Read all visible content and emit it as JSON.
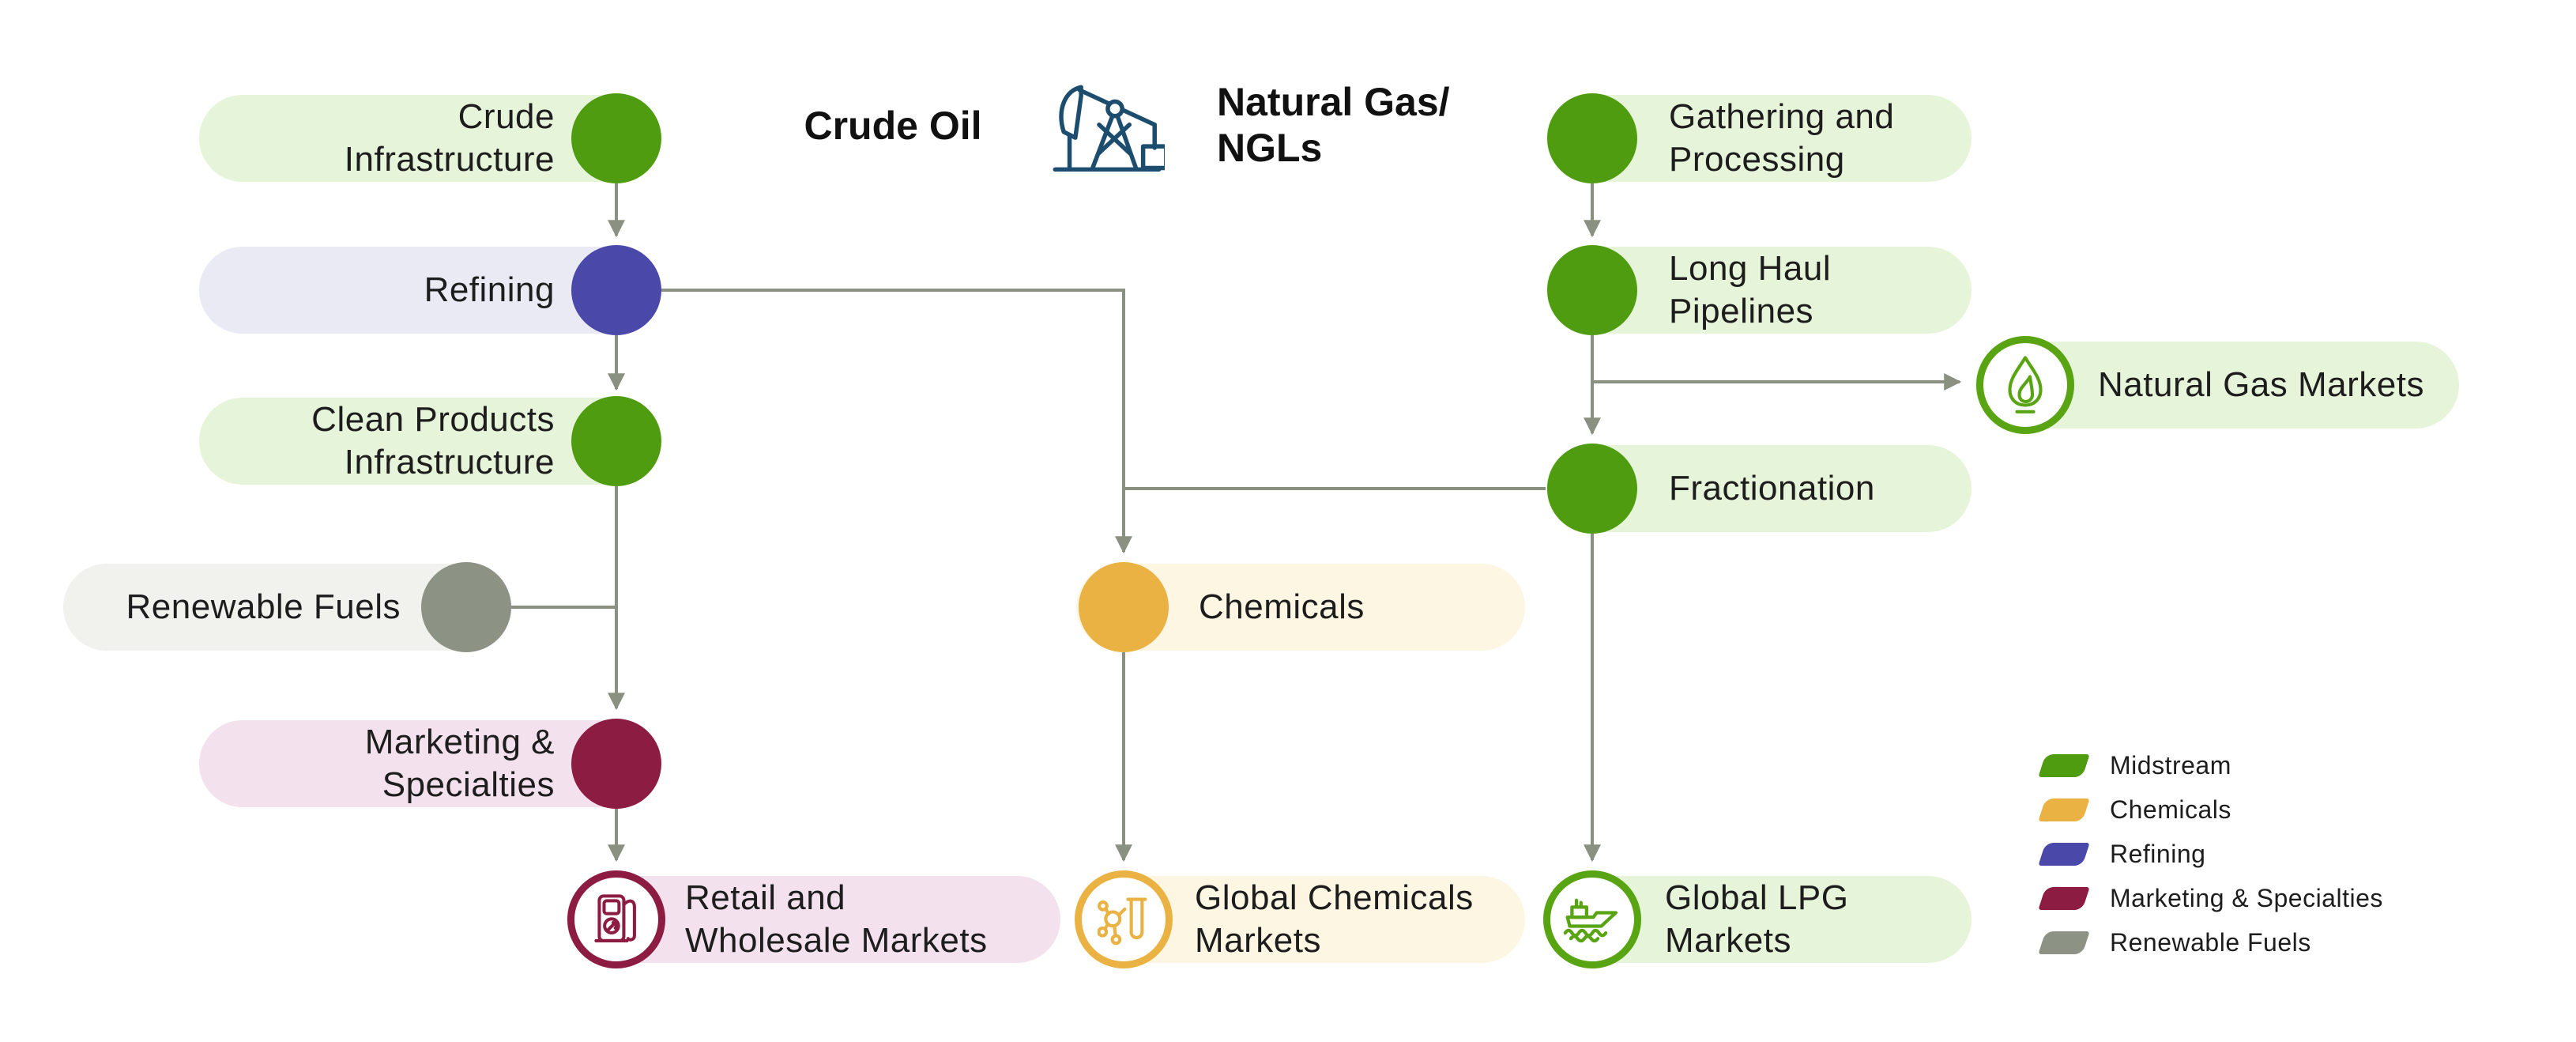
{
  "header": {
    "crude_oil_label": "Crude Oil",
    "natural_gas_label": "Natural Gas/\nNGLs",
    "pumpjack_icon": "pumpjack-icon",
    "icon_color": "#1d4d6e"
  },
  "nodes": {
    "crude_infrastructure": {
      "label": "Crude\nInfrastructure",
      "category": "midstream"
    },
    "refining": {
      "label": "Refining",
      "category": "refining"
    },
    "clean_products": {
      "label": "Clean Products\nInfrastructure",
      "category": "midstream"
    },
    "renewable_fuels": {
      "label": "Renewable Fuels",
      "category": "renewable_fuels"
    },
    "marketing_specialties": {
      "label": "Marketing &\nSpecialties",
      "category": "marketing_specialties"
    },
    "retail_wholesale": {
      "label": "Retail and\nWholesale Markets",
      "category": "marketing_specialties",
      "icon": "fuel-pump-icon"
    },
    "chemicals": {
      "label": "Chemicals",
      "category": "chemicals"
    },
    "global_chemicals": {
      "label": "Global Chemicals\nMarkets",
      "category": "chemicals",
      "icon": "molecule-flask-icon"
    },
    "gathering_processing": {
      "label": "Gathering and\nProcessing",
      "category": "midstream"
    },
    "long_haul_pipelines": {
      "label": "Long Haul\nPipelines",
      "category": "midstream"
    },
    "natural_gas_markets": {
      "label": "Natural Gas Markets",
      "category": "midstream",
      "icon": "flame-icon"
    },
    "fractionation": {
      "label": "Fractionation",
      "category": "midstream"
    },
    "global_lpg": {
      "label": "Global LPG\nMarkets",
      "category": "midstream",
      "icon": "ship-icon"
    }
  },
  "legend": {
    "items": [
      {
        "label": "Midstream",
        "color": "#4f9c10"
      },
      {
        "label": "Chemicals",
        "color": "#eab143"
      },
      {
        "label": "Refining",
        "color": "#4a48a8"
      },
      {
        "label": "Marketing & Specialties",
        "color": "#8c1c42"
      },
      {
        "label": "Renewable Fuels",
        "color": "#8d9384"
      }
    ]
  },
  "colors": {
    "midstream": "#4f9c10",
    "chemicals": "#eab143",
    "refining": "#4a48a8",
    "marketing_specialties": "#8c1c42",
    "renewable_fuels": "#8d9384",
    "connector": "#8b9181",
    "icon_navy": "#1d4d6e",
    "pill_green": "#e6f4da",
    "pill_cream": "#fdf6e2",
    "pill_lavender": "#eaeaf5",
    "pill_pink": "#f3e2ee",
    "pill_gray": "#f1f2ee"
  }
}
